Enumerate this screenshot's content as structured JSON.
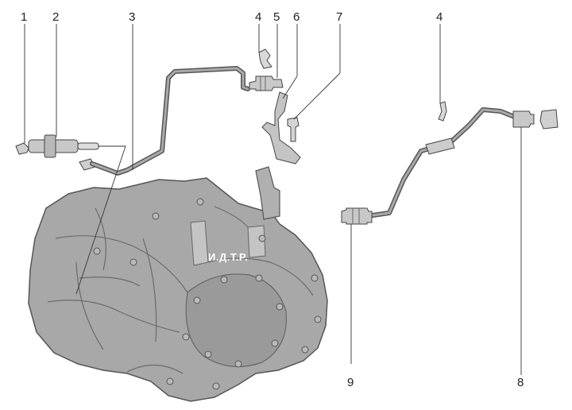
{
  "watermark": "И.Д.Т.Р.",
  "callouts": [
    "1",
    "2",
    "3",
    "4",
    "5",
    "6",
    "7",
    "4",
    "9",
    "8"
  ],
  "colors": {
    "housing": "#a8a8a8",
    "housing_shadow": "#8f8f8f",
    "line": "#444444",
    "pipe": "#9a9a9a",
    "text": "#222222"
  }
}
